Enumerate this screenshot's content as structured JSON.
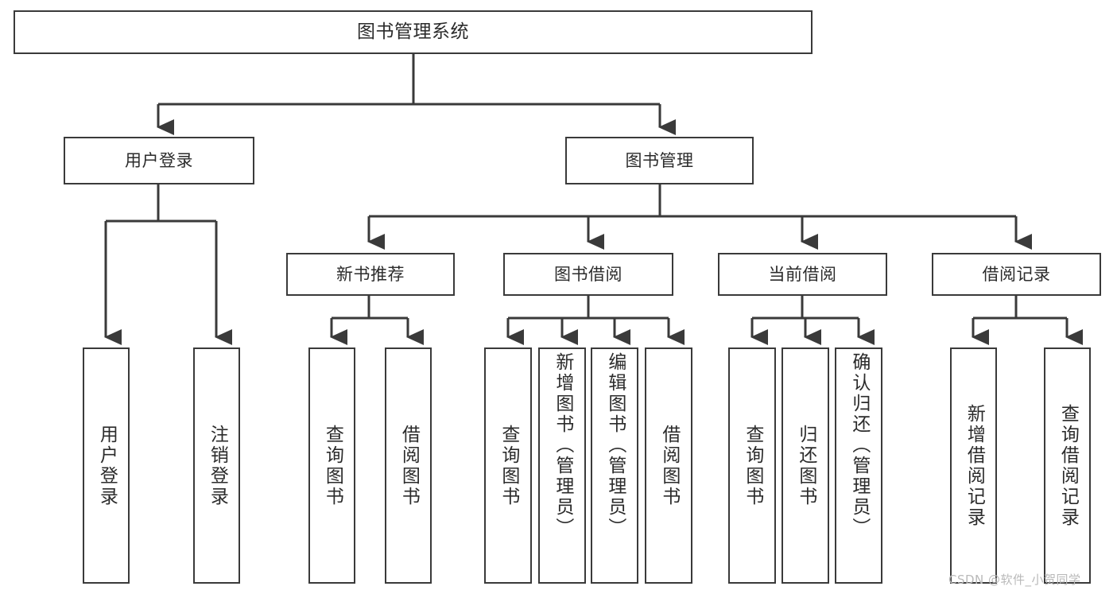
{
  "diagram": {
    "title": "图书管理系统",
    "type": "tree-structure-chart",
    "root": {
      "label": "图书管理系统"
    },
    "tier1": [
      {
        "label": "用户登录"
      },
      {
        "label": "图书管理"
      }
    ],
    "tier2": [
      {
        "label": "新书推荐"
      },
      {
        "label": "图书借阅"
      },
      {
        "label": "当前借阅"
      },
      {
        "label": "借阅记录"
      }
    ],
    "leaves": {
      "user_login": [
        {
          "label": "用户登录"
        },
        {
          "label": "注销登录"
        }
      ],
      "new_book_recommend": [
        {
          "label": "查询图书"
        },
        {
          "label": "借阅图书"
        }
      ],
      "book_borrow": [
        {
          "label": "查询图书"
        },
        {
          "label": "新增图书（管理员）"
        },
        {
          "label": "编辑图书（管理员）"
        },
        {
          "label": "借阅图书"
        }
      ],
      "current_borrow": [
        {
          "label": "查询图书"
        },
        {
          "label": "归还图书"
        },
        {
          "label": "确认归还（管理员）"
        }
      ],
      "borrow_record": [
        {
          "label": "新增借阅记录"
        },
        {
          "label": "查询借阅记录"
        }
      ]
    }
  },
  "watermark": {
    "text": "CSDN @软件_小贺同学"
  },
  "colors": {
    "stroke": "#3a3a3a",
    "background": "#ffffff",
    "text": "#2b2b2b",
    "watermark": "#b9b9b9"
  }
}
